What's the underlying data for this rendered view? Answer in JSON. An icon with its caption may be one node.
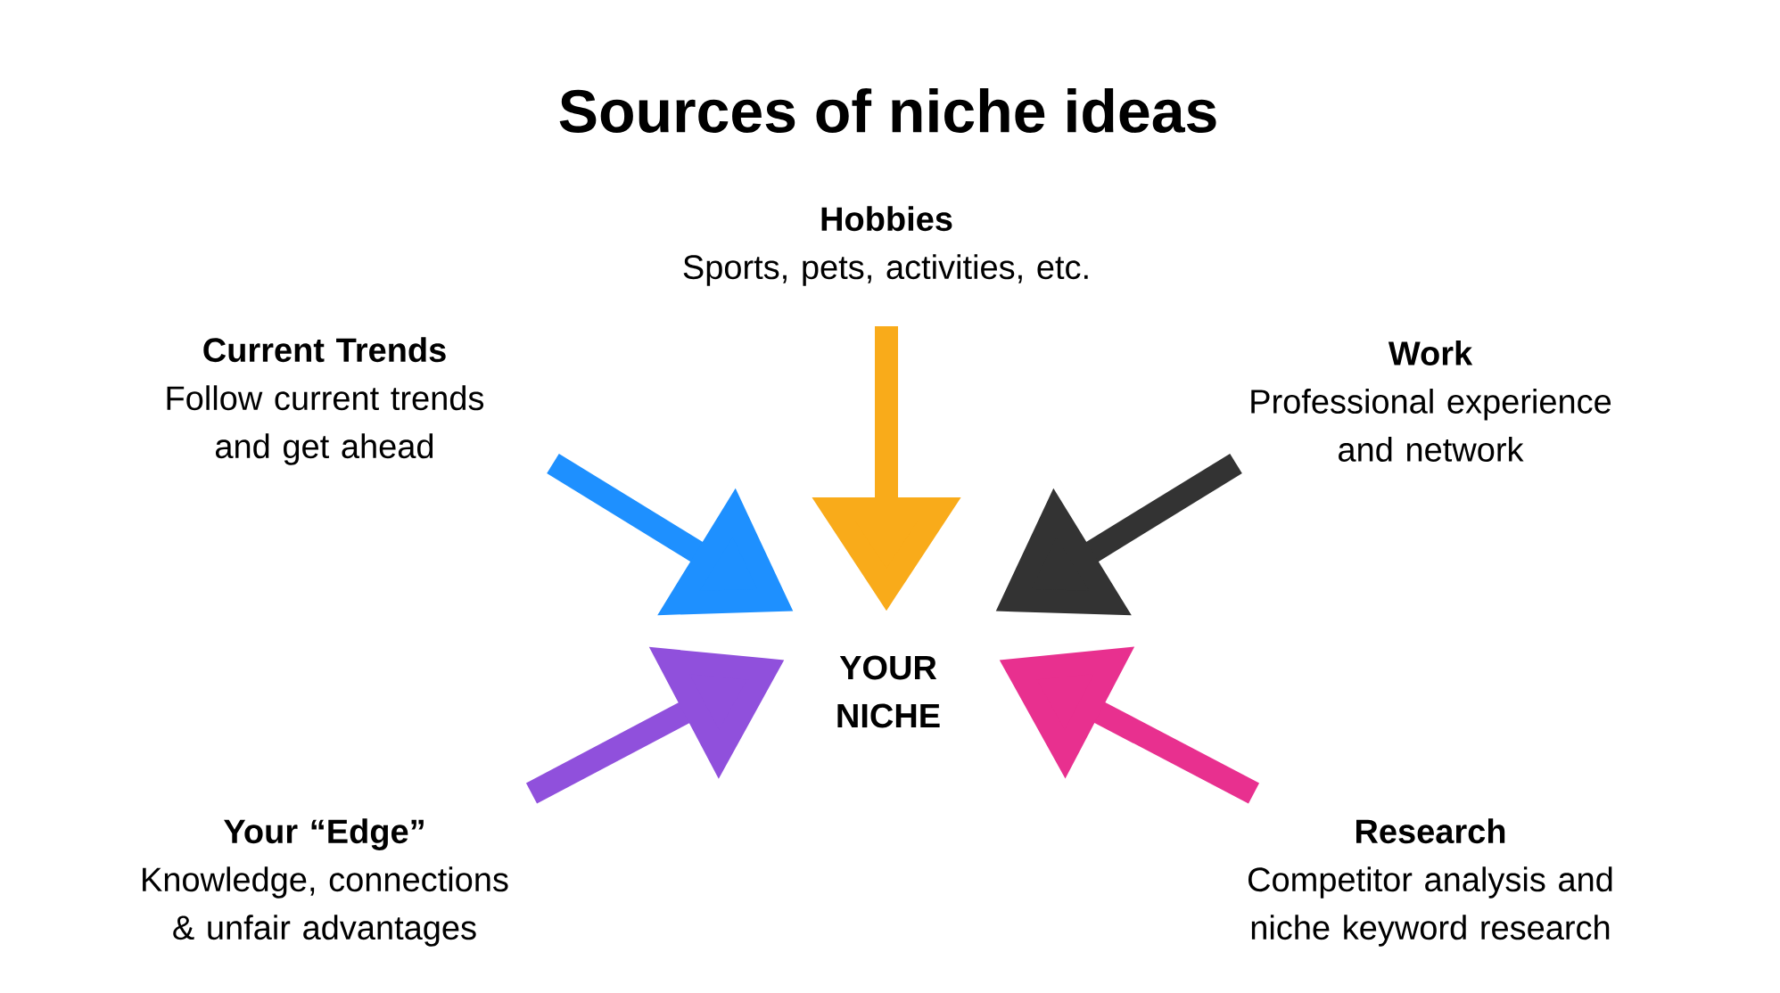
{
  "diagram": {
    "title": "Sources of niche ideas",
    "nodes": [
      {
        "text": [
          "Hobbies",
          "Sports, pets, activities, etc."
        ]
      },
      {
        "text": [
          "Current Trends",
          "Follow current trends and get ahead"
        ]
      },
      {
        "text": [
          "Work",
          "Professional experience and network"
        ]
      },
      {
        "text": [
          "YOUR NICHE"
        ]
      },
      {
        "text": [
          "Your “Edge”",
          "Knowledge, connections & unfair advantages"
        ]
      },
      {
        "text": [
          "Research",
          "Competitor analysis and niche keyword research"
        ]
      }
    ],
    "edges": [
      {
        "from": 0,
        "to": 3,
        "arrow": "to",
        "color": "#f9ab1a"
      },
      {
        "from": 1,
        "to": 3,
        "arrow": "to",
        "color": "#1e90ff"
      },
      {
        "from": 2,
        "to": 3,
        "arrow": "to",
        "color": "#333333"
      },
      {
        "from": 4,
        "to": 3,
        "arrow": "to",
        "color": "#9050dc"
      },
      {
        "from": 5,
        "to": 3,
        "arrow": "to",
        "color": "#e8308f"
      }
    ]
  }
}
